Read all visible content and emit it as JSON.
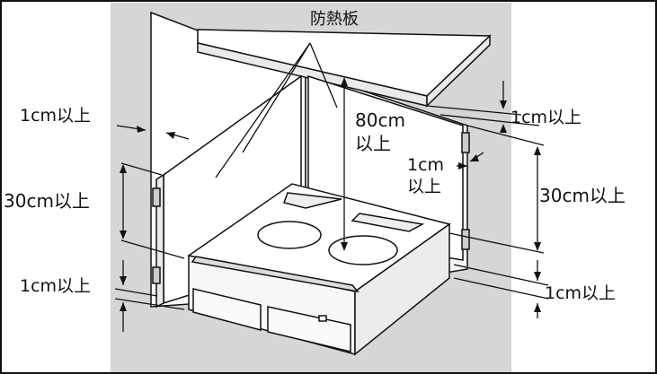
{
  "labels": {
    "heat_shield_plate": "防熱板",
    "gap_left_top": "1cm以上",
    "height_left": "30cm以上",
    "gap_left_bottom": "1cm以上",
    "height_top_line1": "80cm",
    "height_top_line2": "以上",
    "gap_right_top": "1cm以上",
    "gap_mid_line1": "1cm",
    "gap_mid_line2": "以上",
    "height_right": "30cm以上",
    "gap_right_bottom": "1cm以上"
  },
  "colors": {
    "background_wall": "#d6d6d6",
    "line": "#111111",
    "panel_fill": "#ffffff"
  }
}
